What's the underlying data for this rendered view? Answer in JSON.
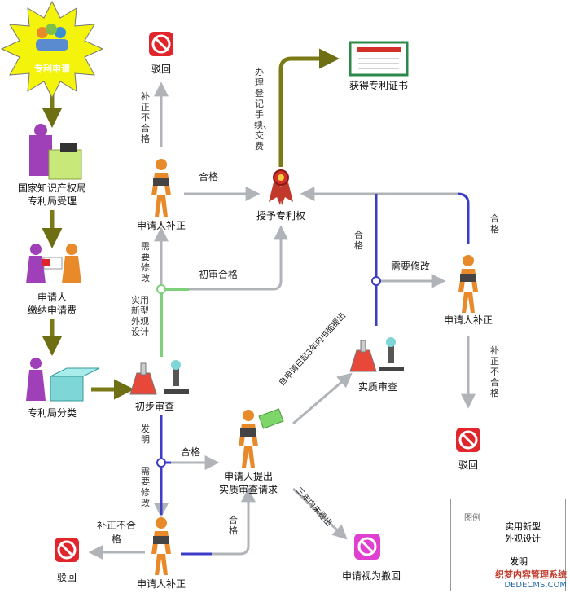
{
  "nodes": {
    "apply": "专利申请",
    "accept": [
      "国家知识产权局",
      "专利局受理"
    ],
    "pay": [
      "申请人",
      "缴纳申请费"
    ],
    "classify": "专利局分类",
    "prelim": "初步审查",
    "reject_top": "驳回",
    "supplement_top": "申请人补正",
    "grant": "授予专利权",
    "certificate": "获得专利证书",
    "supplement_right": "申请人补正",
    "reject_right": "驳回",
    "substantive": "实质审查",
    "request": [
      "申请人提出",
      "实质审查请求"
    ],
    "withdrawn": "申请视为撤回",
    "supplement_bottom": "申请人补正",
    "reject_bottom": "驳回"
  },
  "edges": {
    "top_unqualified": "补正不合格",
    "top_qualified": "合格",
    "register_fee": "办理登记手续、交费",
    "need_amend_left": "需要修改",
    "prelim_qualified": "初审合格",
    "utility_design": "实用新型外观设计",
    "right_qualified": "合格",
    "right_need_amend": "需要修改",
    "right_qualified_b": "合格",
    "right_unqualified": "补正不合格",
    "within3": "自申请日起3年内书面提出",
    "invention": "发明",
    "mid_qualified": "合格",
    "need_amend_bottom": "需要修改",
    "not_within3": "三年内未提出",
    "bottom_qualified": "合格",
    "bottom_unqualified": "补正不合格"
  },
  "legend": {
    "title": "图例",
    "item1": "实用新型外观设计",
    "item2": "发明"
  },
  "watermark": {
    "line1": "织梦内容管理系统",
    "line2": "DEDECMS.COM"
  },
  "colors": {
    "olive": "#7a7a16",
    "green": "#7fd07a",
    "blue": "#3c3cc8",
    "gray": "#b0b4b8",
    "person": "#e88a2a",
    "reject": "#e0262b"
  }
}
